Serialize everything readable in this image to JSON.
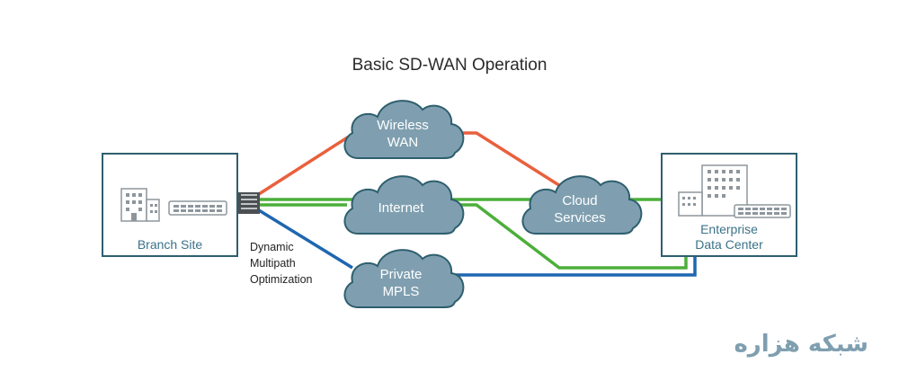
{
  "title": "Basic SD-WAN Operation",
  "branch": {
    "label": "Branch Site"
  },
  "datacenter": {
    "label_line1": "Enterprise",
    "label_line2": "Data Center"
  },
  "clouds": {
    "wireless": {
      "line1": "Wireless",
      "line2": "WAN"
    },
    "internet": {
      "line1": "Internet"
    },
    "mpls": {
      "line1": "Private",
      "line2": "MPLS"
    },
    "cloud_services": {
      "line1": "Cloud",
      "line2": "Services"
    }
  },
  "optimization": {
    "line1": "Dynamic",
    "line2": "Multipath",
    "line3": "Optimization"
  },
  "watermark": {
    "text": "شبکه هزاره"
  },
  "colors": {
    "wireless_link": "#e9603d",
    "internet_link": "#4caf3a",
    "mpls_link": "#1f66b0",
    "cloud_fill": "#7f9fb0",
    "box_border": "#2e5f6e",
    "label_text": "#3b7288"
  },
  "icons": [
    "building-icon",
    "router-icon",
    "data-center-icon",
    "switch-port-icon"
  ]
}
